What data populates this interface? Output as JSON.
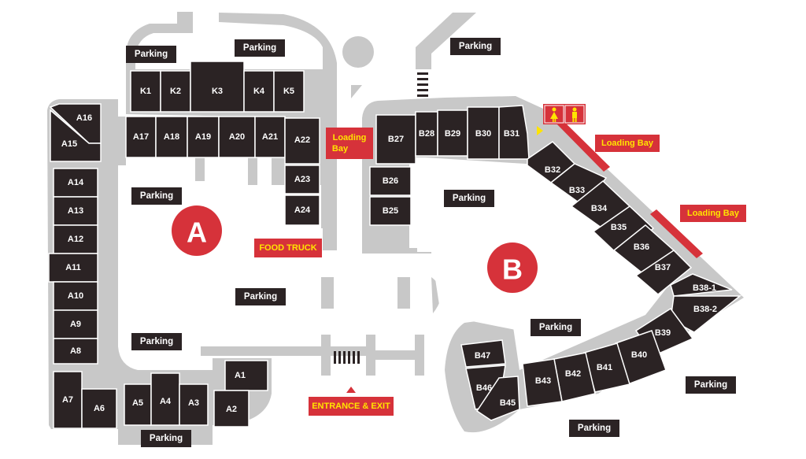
{
  "zones": {
    "a": "A",
    "b": "B"
  },
  "parking_label": "Parking",
  "loading_bay_label": "Loading Bay",
  "loading_bay_stacked": [
    "Loading",
    "Bay"
  ],
  "food_truck_label": "FOOD TRUCK",
  "entrance_label": "ENTRANCE & EXIT",
  "units": {
    "k1": "K1",
    "k2": "K2",
    "k3": "K3",
    "k4": "K4",
    "k5": "K5",
    "a1": "A1",
    "a2": "A2",
    "a3": "A3",
    "a4": "A4",
    "a5": "A5",
    "a6": "A6",
    "a7": "A7",
    "a8": "A8",
    "a9": "A9",
    "a10": "A10",
    "a11": "A11",
    "a12": "A12",
    "a13": "A13",
    "a14": "A14",
    "a15": "A15",
    "a16": "A16",
    "a17": "A17",
    "a18": "A18",
    "a19": "A19",
    "a20": "A20",
    "a21": "A21",
    "a22": "A22",
    "a23": "A23",
    "a24": "A24",
    "b25": "B25",
    "b26": "B26",
    "b27": "B27",
    "b28": "B28",
    "b29": "B29",
    "b30": "B30",
    "b31": "B31",
    "b32": "B32",
    "b33": "B33",
    "b34": "B34",
    "b35": "B35",
    "b36": "B36",
    "b37": "B37",
    "b38_1": "B38-1",
    "b38_2": "B38-2",
    "b39": "B39",
    "b40": "B40",
    "b41": "B41",
    "b42": "B42",
    "b43": "B43",
    "b45": "B45",
    "b46": "B46",
    "b47": "B47"
  },
  "colors": {
    "unit": "#2b2324",
    "road": "#c8c8c8",
    "accent_red": "#d6323a",
    "label_yellow": "#ffe400"
  },
  "icons": [
    "restroom-female-icon",
    "restroom-male-icon",
    "entrance-arrow-icon"
  ]
}
